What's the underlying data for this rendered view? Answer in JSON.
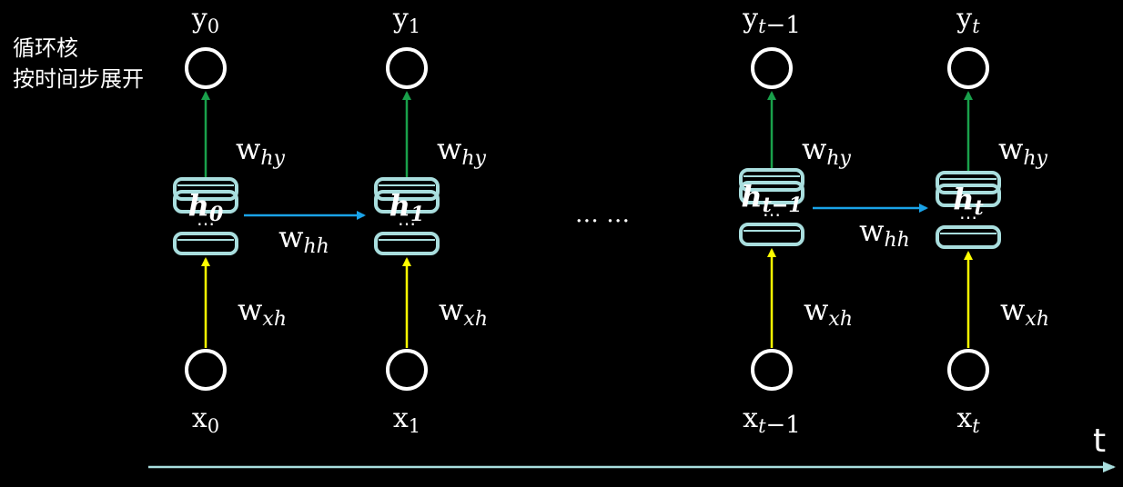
{
  "note": {
    "line1": "循环核",
    "line2": "按时间步展开"
  },
  "colors": {
    "background": "#000000",
    "node_stroke": "#ffffff",
    "cell_stroke": "#a9dede",
    "why_color": "#8cc152",
    "whh_color": "#1aa3e8",
    "wxh_color": "#ffff00",
    "up_arrow_green": "#19a04b",
    "time_axis": "#a9dede"
  },
  "steps": [
    {
      "y_label": {
        "base": "y",
        "sub": "0",
        "sub_italic": false
      },
      "x_label": {
        "base": "x",
        "sub": "0",
        "sub_italic": false
      },
      "h_label": {
        "base": "h",
        "sub": "0"
      },
      "why": {
        "base": "w",
        "sub": "hy"
      },
      "wxh": {
        "base": "w",
        "sub": "xh"
      },
      "cell_dots": "⋯"
    },
    {
      "y_label": {
        "base": "y",
        "sub": "1",
        "sub_italic": false
      },
      "x_label": {
        "base": "x",
        "sub": "1",
        "sub_italic": false
      },
      "h_label": {
        "base": "h",
        "sub": "1"
      },
      "why": {
        "base": "w",
        "sub": "hy"
      },
      "wxh": {
        "base": "w",
        "sub": "xh"
      },
      "cell_dots": "⋯"
    },
    {
      "y_label": {
        "base": "y",
        "sub": "t",
        "sub_italic": true,
        "suffix": "−1"
      },
      "x_label": {
        "base": "x",
        "sub": "t",
        "sub_italic": true,
        "suffix": "−1"
      },
      "h_label": {
        "base": "h",
        "sub": "t−1"
      },
      "why": {
        "base": "w",
        "sub": "hy"
      },
      "wxh": {
        "base": "w",
        "sub": "xh"
      },
      "cell_dots": "⋯"
    },
    {
      "y_label": {
        "base": "y",
        "sub": "t",
        "sub_italic": true
      },
      "x_label": {
        "base": "x",
        "sub": "t",
        "sub_italic": true
      },
      "h_label": {
        "base": "h",
        "sub": "t"
      },
      "why": {
        "base": "w",
        "sub": "hy"
      },
      "wxh": {
        "base": "w",
        "sub": "xh"
      },
      "cell_dots": "⋯"
    }
  ],
  "whh_labels": [
    {
      "base": "w",
      "sub": "hh"
    },
    {
      "base": "w",
      "sub": "hh"
    }
  ],
  "ellipsis": "…  …",
  "time_axis_label": "t"
}
